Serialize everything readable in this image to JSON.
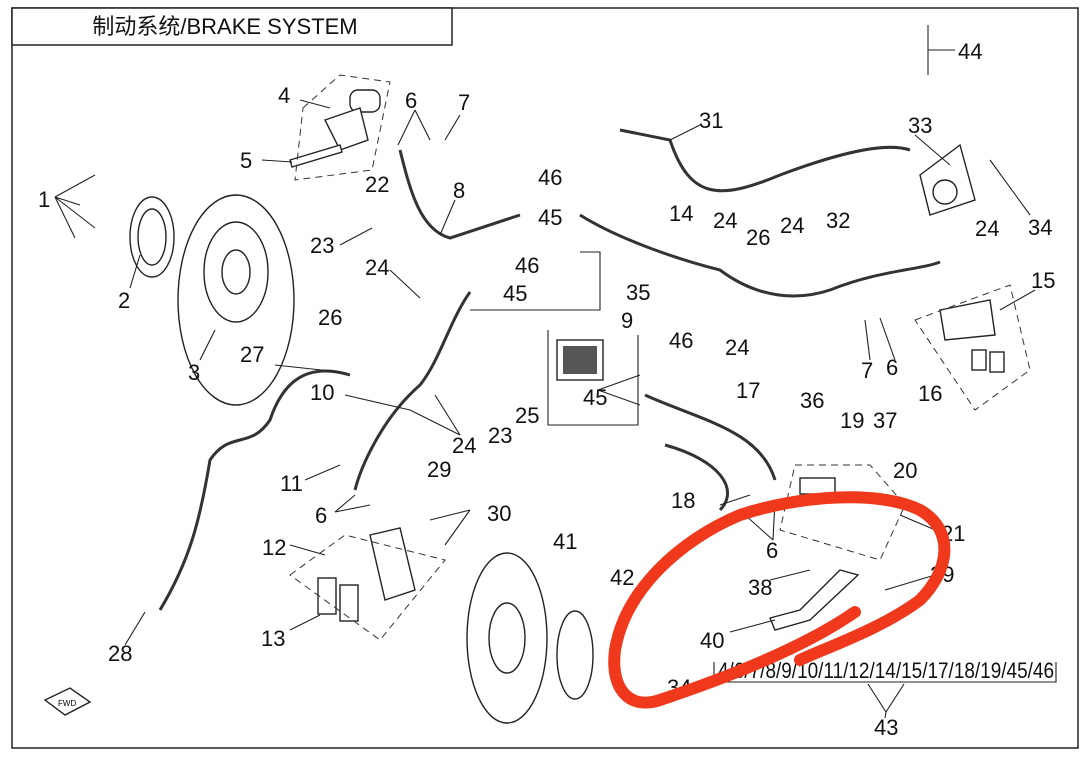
{
  "title": "制动系统/BRAKE SYSTEM",
  "kit_label": "4/6/7/8/9/10/11/12/14/15/17/18/19/45/46",
  "fwd_label": "FWD",
  "annotation_color": "#f0391c",
  "callouts": [
    "1",
    "2",
    "3",
    "4",
    "5",
    "6",
    "7",
    "8",
    "22",
    "23",
    "24",
    "26",
    "27",
    "10",
    "24",
    "25",
    "23",
    "11",
    "6",
    "29",
    "30",
    "12",
    "13",
    "28",
    "46",
    "45",
    "46",
    "45",
    "9",
    "46",
    "45",
    "35",
    "14",
    "31",
    "24",
    "26",
    "24",
    "32",
    "33",
    "34",
    "24",
    "15",
    "7",
    "6",
    "16",
    "24",
    "17",
    "36",
    "19",
    "37",
    "20",
    "18",
    "6",
    "21",
    "39",
    "38",
    "40",
    "41",
    "42",
    "34",
    "43",
    "44"
  ]
}
